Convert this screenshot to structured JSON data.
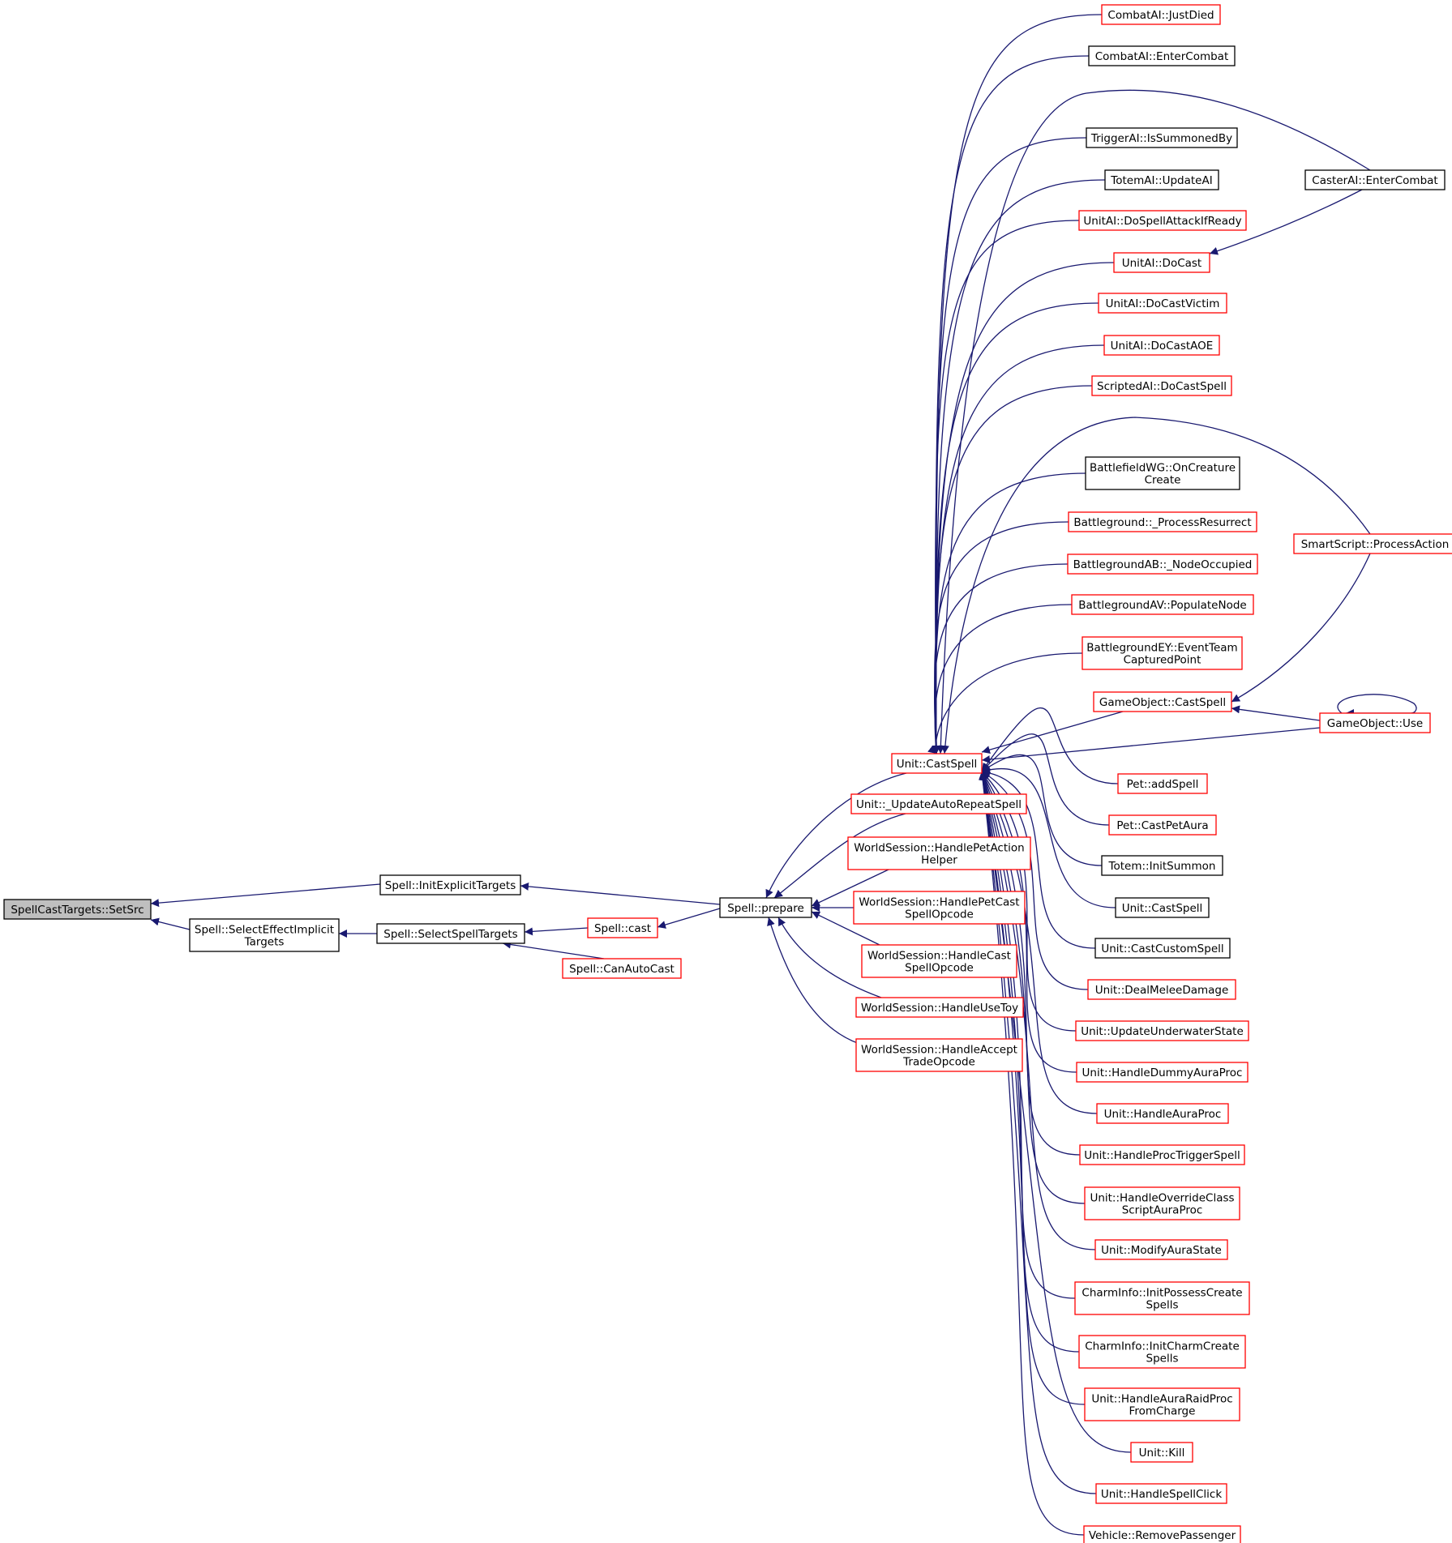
{
  "colors": {
    "edge": "#191970",
    "arrowhead": "#191970",
    "node_border_red": "#ff0000",
    "node_border_black": "#000000",
    "root_fill": "#bfbfbf",
    "background": "#ffffff"
  },
  "nodes": [
    {
      "id": "setsrc",
      "lines": [
        "SpellCastTargets::SetSrc"
      ],
      "border": "root"
    },
    {
      "id": "initexplicit",
      "lines": [
        "Spell::InitExplicitTargets"
      ],
      "border": "black"
    },
    {
      "id": "selecteffect",
      "lines": [
        "Spell::SelectEffectImplicit",
        "Targets"
      ],
      "border": "black"
    },
    {
      "id": "selectspell",
      "lines": [
        "Spell::SelectSpellTargets"
      ],
      "border": "black"
    },
    {
      "id": "cast",
      "lines": [
        "Spell::cast"
      ],
      "border": "red"
    },
    {
      "id": "canautocast",
      "lines": [
        "Spell::CanAutoCast"
      ],
      "border": "red"
    },
    {
      "id": "prepare",
      "lines": [
        "Spell::prepare"
      ],
      "border": "black"
    },
    {
      "id": "unitcastspell",
      "lines": [
        "Unit::CastSpell"
      ],
      "border": "red"
    },
    {
      "id": "updateauto",
      "lines": [
        "Unit::_UpdateAutoRepeatSpell"
      ],
      "border": "red"
    },
    {
      "id": "hpetaction",
      "lines": [
        "WorldSession::HandlePetAction",
        "Helper"
      ],
      "border": "red"
    },
    {
      "id": "hpetcast",
      "lines": [
        "WorldSession::HandlePetCast",
        "SpellOpcode"
      ],
      "border": "red"
    },
    {
      "id": "hcast",
      "lines": [
        "WorldSession::HandleCast",
        "SpellOpcode"
      ],
      "border": "red"
    },
    {
      "id": "husetoy",
      "lines": [
        "WorldSession::HandleUseToy"
      ],
      "border": "red"
    },
    {
      "id": "haccept",
      "lines": [
        "WorldSession::HandleAccept",
        "TradeOpcode"
      ],
      "border": "red"
    },
    {
      "id": "justdied",
      "lines": [
        "CombatAI::JustDied"
      ],
      "border": "red"
    },
    {
      "id": "entercombat",
      "lines": [
        "CombatAI::EnterCombat"
      ],
      "border": "black"
    },
    {
      "id": "summonedby",
      "lines": [
        "TriggerAI::IsSummonedBy"
      ],
      "border": "black"
    },
    {
      "id": "totemupdate",
      "lines": [
        "TotemAI::UpdateAI"
      ],
      "border": "black"
    },
    {
      "id": "dospellattack",
      "lines": [
        "UnitAI::DoSpellAttackIfReady"
      ],
      "border": "red"
    },
    {
      "id": "docast",
      "lines": [
        "UnitAI::DoCast"
      ],
      "border": "red"
    },
    {
      "id": "docastvictim",
      "lines": [
        "UnitAI::DoCastVictim"
      ],
      "border": "red"
    },
    {
      "id": "docastaoe",
      "lines": [
        "UnitAI::DoCastAOE"
      ],
      "border": "red"
    },
    {
      "id": "scripteddocast",
      "lines": [
        "ScriptedAI::DoCastSpell"
      ],
      "border": "red"
    },
    {
      "id": "oncreature",
      "lines": [
        "BattlefieldWG::OnCreature",
        "Create"
      ],
      "border": "black"
    },
    {
      "id": "processres",
      "lines": [
        "Battleground::_ProcessResurrect"
      ],
      "border": "red"
    },
    {
      "id": "nodeoccupied",
      "lines": [
        "BattlegroundAB::_NodeOccupied"
      ],
      "border": "red"
    },
    {
      "id": "populatenode",
      "lines": [
        "BattlegroundAV::PopulateNode"
      ],
      "border": "red"
    },
    {
      "id": "eventteam",
      "lines": [
        "BattlegroundEY::EventTeam",
        "CapturedPoint"
      ],
      "border": "red"
    },
    {
      "id": "gocastspell",
      "lines": [
        "GameObject::CastSpell"
      ],
      "border": "red"
    },
    {
      "id": "addspell",
      "lines": [
        "Pet::addSpell"
      ],
      "border": "red"
    },
    {
      "id": "castpetaura",
      "lines": [
        "Pet::CastPetAura"
      ],
      "border": "red"
    },
    {
      "id": "initsummon",
      "lines": [
        "Totem::InitSummon"
      ],
      "border": "black"
    },
    {
      "id": "unitcastspell2",
      "lines": [
        "Unit::CastSpell"
      ],
      "border": "black"
    },
    {
      "id": "castcustom",
      "lines": [
        "Unit::CastCustomSpell"
      ],
      "border": "black"
    },
    {
      "id": "dealmelee",
      "lines": [
        "Unit::DealMeleeDamage"
      ],
      "border": "red"
    },
    {
      "id": "underwater",
      "lines": [
        "Unit::UpdateUnderwaterState"
      ],
      "border": "red"
    },
    {
      "id": "dummyaura",
      "lines": [
        "Unit::HandleDummyAuraProc"
      ],
      "border": "red"
    },
    {
      "id": "auraproc",
      "lines": [
        "Unit::HandleAuraProc"
      ],
      "border": "red"
    },
    {
      "id": "proctrigger",
      "lines": [
        "Unit::HandleProcTriggerSpell"
      ],
      "border": "red"
    },
    {
      "id": "overrideclass",
      "lines": [
        "Unit::HandleOverrideClass",
        "ScriptAuraProc"
      ],
      "border": "red"
    },
    {
      "id": "modifyaura",
      "lines": [
        "Unit::ModifyAuraState"
      ],
      "border": "red"
    },
    {
      "id": "possess",
      "lines": [
        "CharmInfo::InitPossessCreate",
        "Spells"
      ],
      "border": "red"
    },
    {
      "id": "charm",
      "lines": [
        "CharmInfo::InitCharmCreate",
        "Spells"
      ],
      "border": "red"
    },
    {
      "id": "raidproc",
      "lines": [
        "Unit::HandleAuraRaidProc",
        "FromCharge"
      ],
      "border": "red"
    },
    {
      "id": "kill",
      "lines": [
        "Unit::Kill"
      ],
      "border": "red"
    },
    {
      "id": "spellclick",
      "lines": [
        "Unit::HandleSpellClick"
      ],
      "border": "red"
    },
    {
      "id": "removepass",
      "lines": [
        "Vehicle::RemovePassenger"
      ],
      "border": "red"
    },
    {
      "id": "casterenter",
      "lines": [
        "CasterAI::EnterCombat"
      ],
      "border": "black"
    },
    {
      "id": "processaction",
      "lines": [
        "SmartScript::ProcessAction"
      ],
      "border": "red"
    },
    {
      "id": "gouse",
      "lines": [
        "GameObject::Use"
      ],
      "border": "red"
    }
  ],
  "edges": [
    {
      "from": "initexplicit",
      "to": "setsrc"
    },
    {
      "from": "selecteffect",
      "to": "setsrc"
    },
    {
      "from": "selectspell",
      "to": "selecteffect"
    },
    {
      "from": "prepare",
      "to": "initexplicit"
    },
    {
      "from": "cast",
      "to": "selectspell"
    },
    {
      "from": "canautocast",
      "to": "selectspell"
    },
    {
      "from": "prepare",
      "to": "cast"
    },
    {
      "from": "unitcastspell",
      "to": "prepare"
    },
    {
      "from": "updateauto",
      "to": "prepare"
    },
    {
      "from": "hpetaction",
      "to": "prepare"
    },
    {
      "from": "hpetcast",
      "to": "prepare"
    },
    {
      "from": "hcast",
      "to": "prepare"
    },
    {
      "from": "husetoy",
      "to": "prepare"
    },
    {
      "from": "haccept",
      "to": "prepare"
    },
    {
      "from": "justdied",
      "to": "unitcastspell"
    },
    {
      "from": "entercombat",
      "to": "unitcastspell"
    },
    {
      "from": "casterenter",
      "to": "unitcastspell"
    },
    {
      "from": "summonedby",
      "to": "unitcastspell"
    },
    {
      "from": "totemupdate",
      "to": "unitcastspell"
    },
    {
      "from": "dospellattack",
      "to": "unitcastspell"
    },
    {
      "from": "docast",
      "to": "unitcastspell"
    },
    {
      "from": "docastvictim",
      "to": "unitcastspell"
    },
    {
      "from": "docastaoe",
      "to": "unitcastspell"
    },
    {
      "from": "scripteddocast",
      "to": "unitcastspell"
    },
    {
      "from": "processaction",
      "to": "unitcastspell"
    },
    {
      "from": "oncreature",
      "to": "unitcastspell"
    },
    {
      "from": "processres",
      "to": "unitcastspell"
    },
    {
      "from": "nodeoccupied",
      "to": "unitcastspell"
    },
    {
      "from": "populatenode",
      "to": "unitcastspell"
    },
    {
      "from": "eventteam",
      "to": "unitcastspell"
    },
    {
      "from": "gocastspell",
      "to": "unitcastspell"
    },
    {
      "from": "gouse",
      "to": "unitcastspell"
    },
    {
      "from": "addspell",
      "to": "unitcastspell"
    },
    {
      "from": "castpetaura",
      "to": "unitcastspell"
    },
    {
      "from": "initsummon",
      "to": "unitcastspell"
    },
    {
      "from": "unitcastspell2",
      "to": "unitcastspell"
    },
    {
      "from": "castcustom",
      "to": "unitcastspell"
    },
    {
      "from": "dealmelee",
      "to": "unitcastspell"
    },
    {
      "from": "underwater",
      "to": "unitcastspell"
    },
    {
      "from": "dummyaura",
      "to": "unitcastspell"
    },
    {
      "from": "auraproc",
      "to": "unitcastspell"
    },
    {
      "from": "proctrigger",
      "to": "unitcastspell"
    },
    {
      "from": "overrideclass",
      "to": "unitcastspell"
    },
    {
      "from": "modifyaura",
      "to": "unitcastspell"
    },
    {
      "from": "possess",
      "to": "unitcastspell"
    },
    {
      "from": "charm",
      "to": "unitcastspell"
    },
    {
      "from": "raidproc",
      "to": "unitcastspell"
    },
    {
      "from": "kill",
      "to": "unitcastspell"
    },
    {
      "from": "spellclick",
      "to": "unitcastspell"
    },
    {
      "from": "removepass",
      "to": "unitcastspell"
    },
    {
      "from": "casterenter",
      "to": "docast"
    },
    {
      "from": "processaction",
      "to": "gocastspell"
    },
    {
      "from": "gouse",
      "to": "gocastspell"
    },
    {
      "from": "gouse",
      "to": "gouse"
    }
  ]
}
